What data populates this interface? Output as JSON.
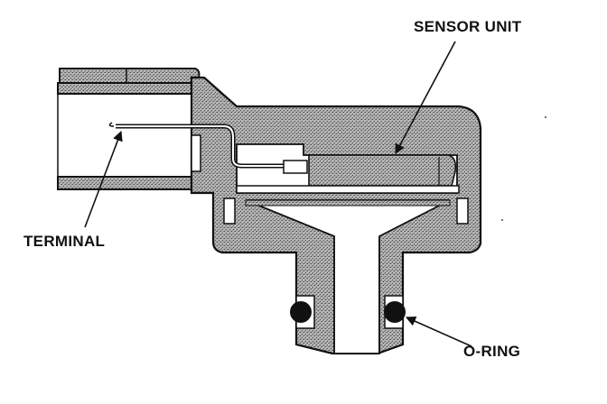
{
  "labels": {
    "sensor_unit": "SENSOR UNIT",
    "terminal": "TERMINAL",
    "o_ring": "O-RING"
  },
  "colors": {
    "housing_fill": "#9a9a9a",
    "outline": "#111111",
    "background": "#ffffff",
    "cavity": "#ffffff",
    "o_ring": "#111111"
  }
}
